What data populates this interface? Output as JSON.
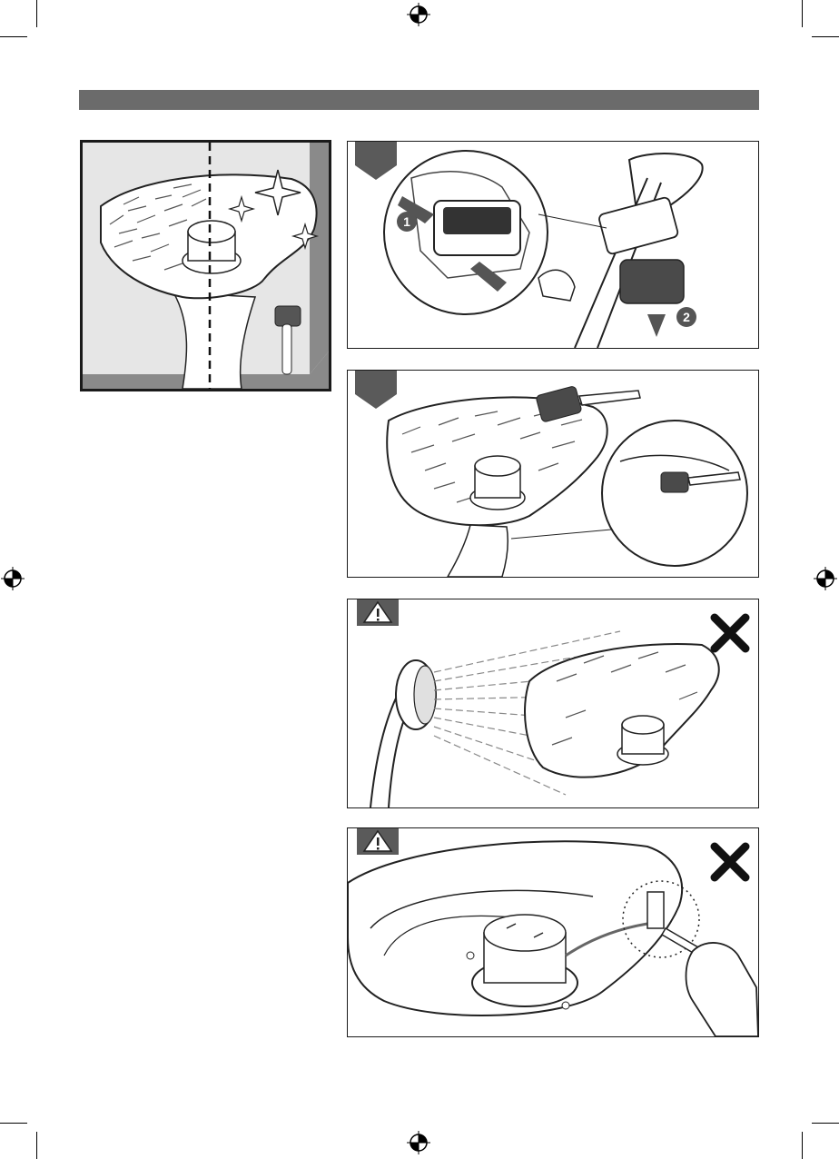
{
  "header_bar": {
    "color": "#6b6b6b"
  },
  "accent": {
    "dark": "#5a5a5a",
    "light": "#e6e6e6",
    "line": "#1a1a1a"
  },
  "panels": [
    {
      "id": "overview",
      "icon": "clean-vs-dirty-guard-illustration"
    },
    {
      "id": "step-remove-battery",
      "icon": "battery-removal-illustration",
      "callouts": [
        "1",
        "2"
      ]
    },
    {
      "id": "step-brush-clean",
      "icon": "brush-cleaning-illustration"
    },
    {
      "id": "warning-no-water",
      "icon": "warning-triangle-icon",
      "mark": "cross-mark-icon"
    },
    {
      "id": "warning-no-blade-touch",
      "icon": "warning-triangle-icon",
      "mark": "cross-mark-icon"
    }
  ]
}
